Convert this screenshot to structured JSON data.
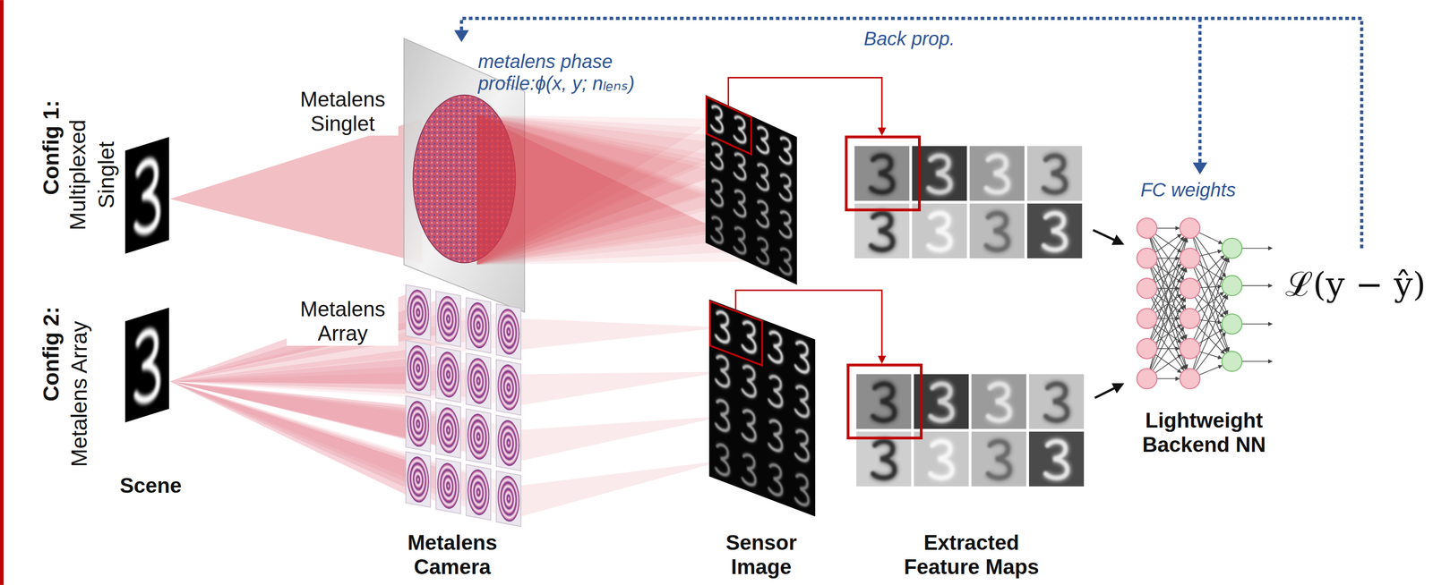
{
  "diagram": {
    "nodes": [
      {
        "text": [
          "Lightweight Backend NN"
        ]
      }
    ],
    "labels": [
      "Config 1:",
      "Multiplexed Singlet",
      "Metalens Singlet",
      "metalens phase profile:ϕ(x, y; nₗₑₙₛ)",
      "Back prop.",
      "FC weights",
      "ℒ(y − ŷ)",
      "Config 2:",
      "Metalens Array",
      "Metalens Array",
      "Scene",
      "Metalens Camera",
      "Sensor Image",
      "Extracted Feature Maps"
    ]
  }
}
